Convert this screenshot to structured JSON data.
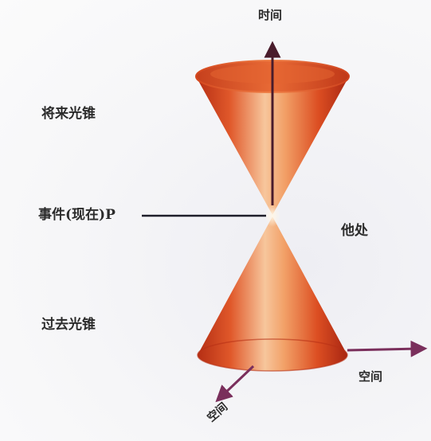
{
  "labels": {
    "time_axis": "时间",
    "future_cone": "将来光锥",
    "event": "事件(现在)P",
    "elsewhere": "他处",
    "past_cone": "过去光锥",
    "space_axis_right": "空间",
    "space_axis_diagonal": "空间"
  },
  "colors": {
    "cone_dark": "#c4361a",
    "cone_mid": "#e8622c",
    "cone_highlight": "#f6c79a",
    "time_axis": "#4a1c2c",
    "space_axis": "#7a2f5c",
    "event_line": "#1e1e2a"
  }
}
